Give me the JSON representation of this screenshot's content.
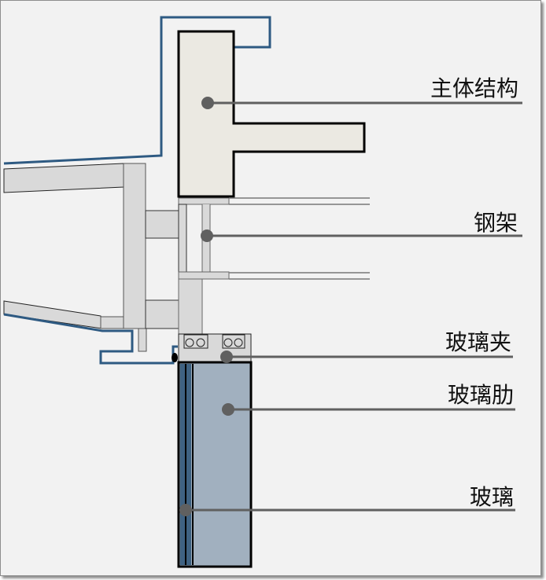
{
  "diagram": {
    "title": "Glass rib curtain wall node section",
    "labels": {
      "main_structure": "主体结构",
      "steel_frame": "钢架",
      "glass_clamp": "玻璃夹",
      "glass_rib": "玻璃肋",
      "glass": "玻璃"
    },
    "colors": {
      "background": "#f2f2f2",
      "structure_fill": "#ebe9e2",
      "steel_fill": "#d9d9d9",
      "glass_rib_fill": "#a1b0bf",
      "glass_pane_fill": "#3f6282",
      "flashing_stroke": "#2e5a82",
      "leader": "#606060"
    }
  }
}
